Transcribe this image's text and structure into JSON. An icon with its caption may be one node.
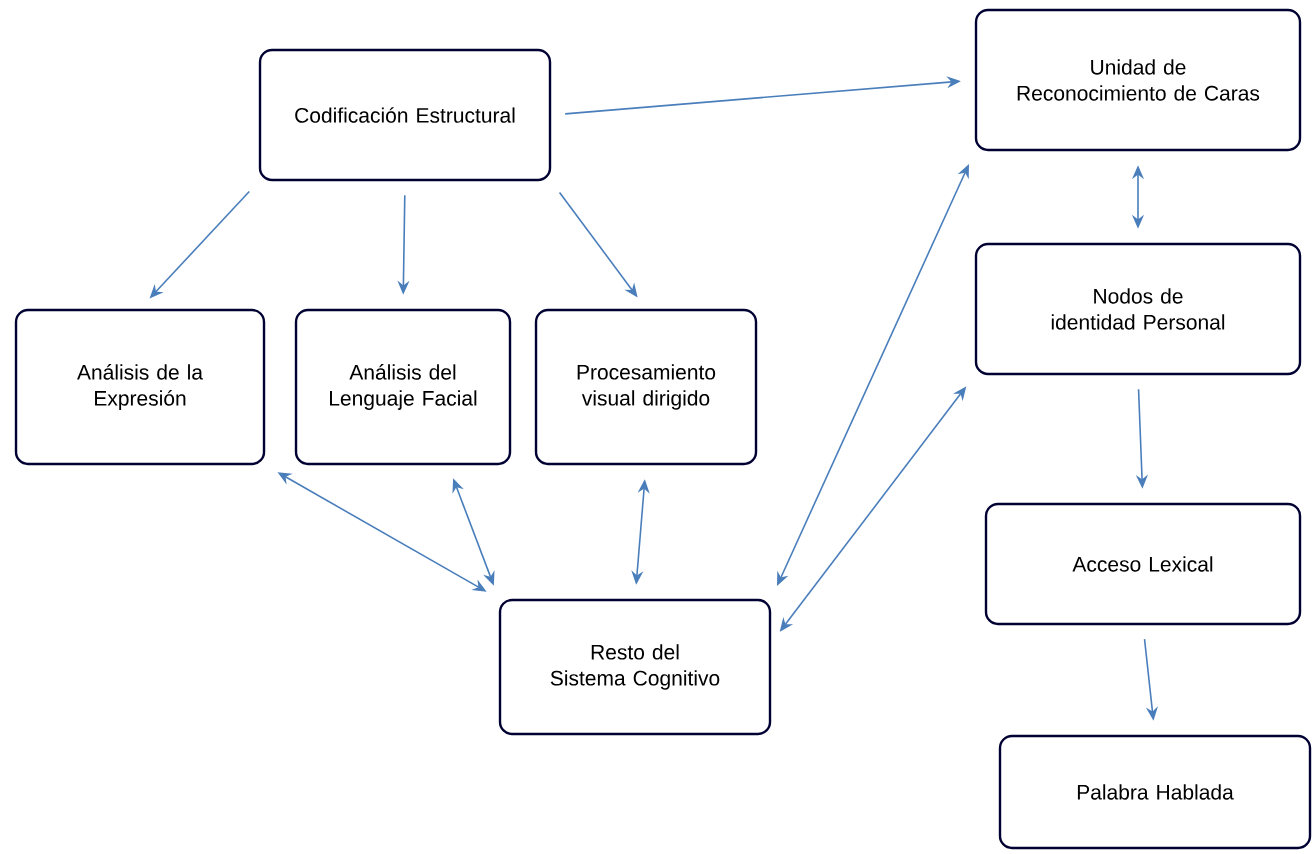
{
  "diagram": {
    "nodes": [
      {
        "text": [
          "Codificación Estructural"
        ]
      },
      {
        "text": [
          "Análisis de la Expresión"
        ]
      },
      {
        "text": [
          "Análisis del Lenguaje Facial"
        ]
      },
      {
        "text": [
          "Procesamiento visual dirigido"
        ]
      },
      {
        "text": [
          "Resto del Sistema Cognitivo"
        ]
      },
      {
        "text": [
          "Unidad de Reconocimiento de Caras"
        ]
      },
      {
        "text": [
          "Nodos de identidad Personal"
        ]
      },
      {
        "text": [
          "Acceso Lexical"
        ]
      },
      {
        "text": [
          "Palabra Hablada"
        ]
      }
    ],
    "edges": [
      {
        "from": 0,
        "to": 5,
        "arrow": "to"
      },
      {
        "from": 0,
        "to": 1,
        "arrow": "to"
      },
      {
        "from": 0,
        "to": 2,
        "arrow": "to"
      },
      {
        "from": 0,
        "to": 3,
        "arrow": "to"
      },
      {
        "from": 1,
        "to": 4,
        "arrow": "both"
      },
      {
        "from": 2,
        "to": 4,
        "arrow": "both"
      },
      {
        "from": 3,
        "to": 4,
        "arrow": "both"
      },
      {
        "from": 4,
        "to": 5,
        "arrow": "both"
      },
      {
        "from": 4,
        "to": 6,
        "arrow": "both"
      },
      {
        "from": 5,
        "to": 6,
        "arrow": "both"
      },
      {
        "from": 6,
        "to": 7,
        "arrow": "to"
      },
      {
        "from": 7,
        "to": 8,
        "arrow": "to"
      }
    ]
  }
}
